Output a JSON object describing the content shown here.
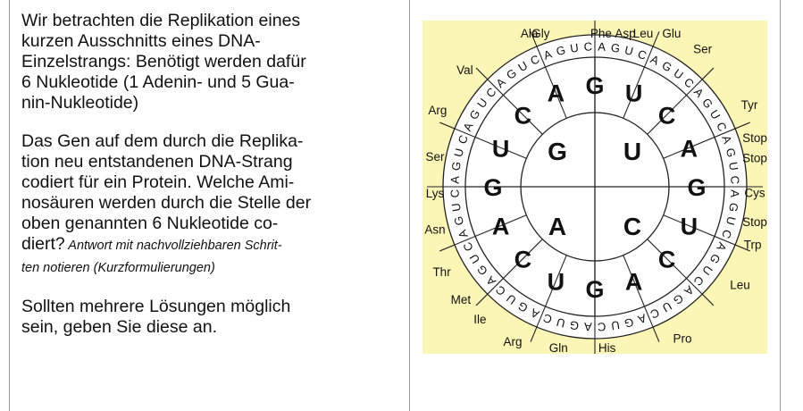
{
  "text": {
    "p1_lines": [
      "Wir betrachten die Replikation eines",
      "kurzen Ausschnitts eines DNA-",
      "Einzelstrangs: Benötigt werden dafür",
      "6 Nukleotide (1 Adenin- und 5 Gua-",
      "nin-Nukleotide)"
    ],
    "p2_lines": [
      "Das Gen auf dem durch die Replika-",
      "tion neu entstandenen DNA-Strang",
      "codiert für ein Protein. Welche Ami-",
      "nosäuren werden durch die Stelle der",
      "oben genannten 6 Nukleotide co-"
    ],
    "p2_last_main": "diert?",
    "p2_note_1": " Antwort mit nachvollziehbaren Schrit-",
    "p2_note_2": "ten notieren (Kurzformulierungen)",
    "p3_lines": [
      "Sollten mehrere Lösungen möglich",
      "sein, geben Sie diese an."
    ]
  },
  "code_sun": {
    "inner": [
      "G",
      "U",
      "A",
      "C"
    ],
    "middle": [
      "A",
      "G",
      "U",
      "C",
      "A",
      "G",
      "U",
      "C",
      "A",
      "G",
      "U",
      "C",
      "A",
      "G",
      "U",
      "C"
    ],
    "outer_ring": [
      "UCAG",
      "UCAG",
      "UCAG",
      "UCAG",
      "UCAG",
      "UCAG",
      "UCAG",
      "UCAG",
      "UCAG",
      "UCAG",
      "UCAG",
      "UCAG",
      "UCAG",
      "UCAG",
      "UCAG",
      "UCAG"
    ],
    "amino_acids": [
      "Gly",
      "Phe",
      "Leu",
      "Ser",
      "Tyr",
      "Stop",
      "Stop",
      "Cys",
      "Stop",
      "Trp",
      "Leu",
      "Pro",
      "His",
      "Gln",
      "Arg",
      "Ile",
      "Met",
      "Thr",
      "Asn",
      "Lys",
      "Ser",
      "Arg",
      "Val",
      "Ala",
      "Asp",
      "Glu"
    ],
    "colors": {
      "background": "#fbf6b6",
      "lines": "#222222",
      "disc": "#ffffff"
    }
  }
}
